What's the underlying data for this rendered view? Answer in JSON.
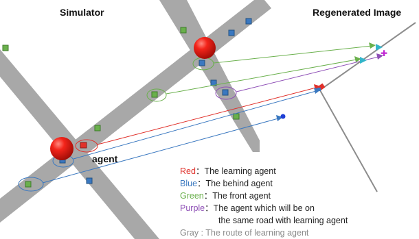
{
  "titles": {
    "simulator": "Simulator",
    "regenerated": "Regenerated Image"
  },
  "agent_label": "agent",
  "legend": {
    "red_key": "Red",
    "red_text": "：The learning agent",
    "blue_key": "Blue",
    "blue_text": "：The behind agent",
    "green_key": "Green",
    "green_text": "：The front agent",
    "purple_key": "Purple",
    "purple_text": "：The agent which will be on",
    "purple_text_2": "the same road with learning agent",
    "gray_text": "Gray : The route of learning agent"
  },
  "colors": {
    "red": "#e0302a",
    "blue": "#3a78c0",
    "green": "#6ab04c",
    "purple": "#8e4fb6",
    "gray": "#8c8c8c",
    "road": "#a8a8a8",
    "agent_sphere": "#e3130c"
  },
  "icons": {
    "agent_marker": "red-sphere",
    "car": "small-car-square",
    "arrow": "arrowhead"
  }
}
